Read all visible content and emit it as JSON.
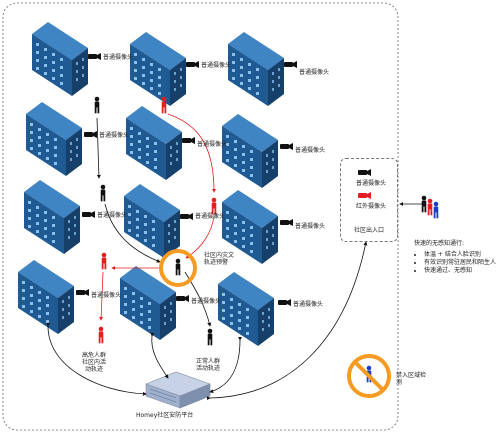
{
  "camera_label": "普通摄像头",
  "infrared_camera_label": "红外摄像头",
  "community_warning": {
    "line1": "社区内灾文",
    "line2": "轨迹预警"
  },
  "high_risk_track": {
    "line1": "高危人群",
    "line2": "社区内活",
    "line3": "动轨迹"
  },
  "normal_track": {
    "line1": "正常人群",
    "line2": "活动轨迹"
  },
  "platform_label": "Homey社区安防平台",
  "entrance": {
    "title": "社区出入口"
  },
  "fast_pass": {
    "title": "快速的无感知通行:",
    "items": [
      "体温 + 结合人脸识别",
      "有效识别常驻居民和陌生人",
      "快速通过、无感知"
    ]
  },
  "restricted_area": {
    "line1": "禁入区域检",
    "line2": "测"
  },
  "colors": {
    "building": "#1f5a92",
    "track_red": "#e02020",
    "warning_orange": "#f59a23",
    "dark": "#111111"
  },
  "icons": [
    "building-icon",
    "camera-icon",
    "person-icon",
    "server-icon",
    "prohibited-icon"
  ]
}
